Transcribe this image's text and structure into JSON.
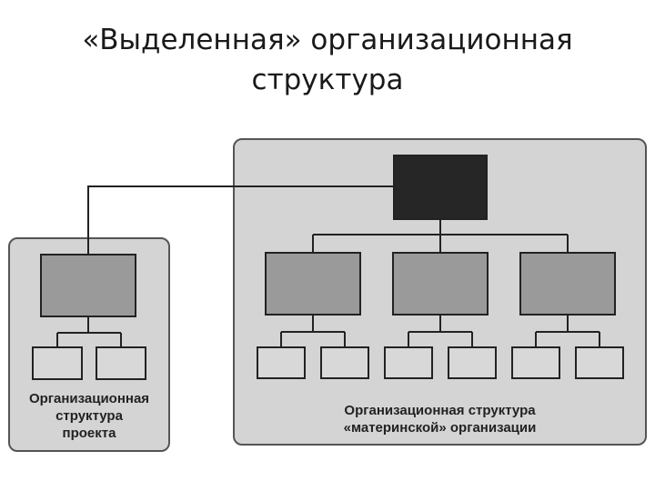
{
  "title": {
    "line1": "«Выделенная» организационная",
    "line2": "структура"
  },
  "project_panel": {
    "caption_line1": "Организационная",
    "caption_line2": "структура",
    "caption_line3": "проекта"
  },
  "parent_panel": {
    "caption_line1": "Организационная структура",
    "caption_line2": "«материнской» организации"
  },
  "colors": {
    "panel_bg": "#d4d4d4",
    "top_box": "#262626",
    "mid_box": "#9a9a9a",
    "leaf_box": "#d8d8d8",
    "line": "#222222"
  }
}
